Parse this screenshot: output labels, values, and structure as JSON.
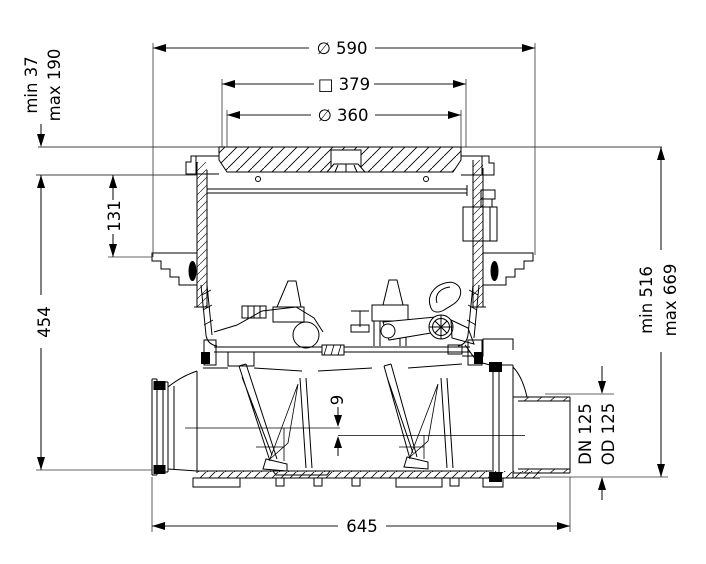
{
  "drawing": {
    "type": "technical-section-drawing",
    "line_color": "#000000",
    "background_color": "#ffffff",
    "dimensions": {
      "cover_diameter": "∅ 590",
      "frame_square": "□ 379",
      "opening_diameter": "∅ 360",
      "cover_adjust_min": "min 37",
      "cover_adjust_max": "max 190",
      "upper_section_depth": "131",
      "inlet_invert_depth": "454",
      "total_height_min": "min 516",
      "total_height_max": "max 669",
      "invert_drop": "9",
      "outlet_nominal": "DN 125",
      "outlet_outer": "OD 125",
      "overall_length": "645"
    }
  }
}
